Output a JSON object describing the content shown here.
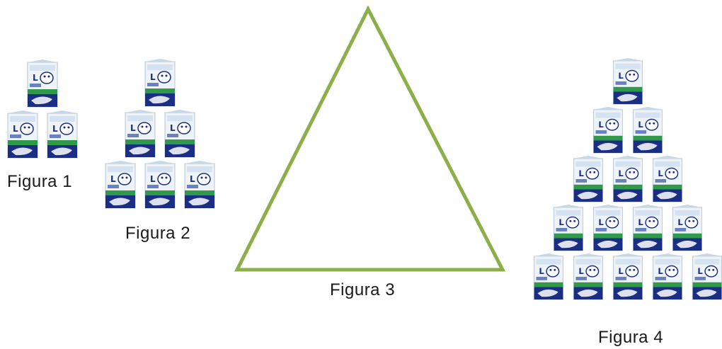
{
  "colors": {
    "triangle_stroke": "#8bb04a",
    "carton_blue": "#1b2e86",
    "carton_green": "#2f9a4a",
    "carton_face": "#eef3f8",
    "carton_top": "#c8d7e6"
  },
  "icon": "milk-carton-icon",
  "figures": [
    {
      "label": "Figura 1",
      "rows": [
        1,
        2
      ]
    },
    {
      "label": "Figura 2",
      "rows": [
        1,
        2,
        3
      ]
    },
    {
      "label": "Figura 3",
      "shape": "triangle"
    },
    {
      "label": "Figura 4",
      "rows": [
        1,
        2,
        3,
        4,
        5
      ]
    }
  ]
}
